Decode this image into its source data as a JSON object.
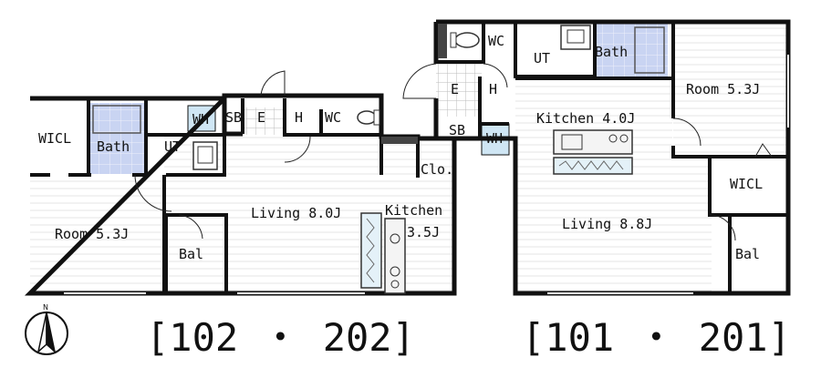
{
  "units": {
    "left": {
      "title": "[102 ・ 202]",
      "rooms": {
        "wicl": "WICL",
        "bath": "Bath",
        "ut": "UT",
        "wh": "WH",
        "sb": "SB",
        "e": "E",
        "h": "H",
        "wc": "WC",
        "room": "Room 5.3J",
        "bal": "Bal",
        "living": "Living 8.0J",
        "kitchen": "Kitchen",
        "kitchen_size": "3.5J",
        "clo": "Clo."
      }
    },
    "right": {
      "title": "[101 ・ 201]",
      "rooms": {
        "wc": "WC",
        "ut": "UT",
        "bath": "Bath",
        "e": "E",
        "h": "H",
        "sb": "SB",
        "wh": "WH",
        "kitchen": "Kitchen 4.0J",
        "room": "Room 5.3J",
        "wicl": "WICL",
        "living": "Living 8.8J",
        "bal": "Bal"
      }
    }
  },
  "compass": {
    "north_label": "N"
  },
  "colors": {
    "wall": "#111111",
    "bath_fill": "#c9d4f2",
    "wh_fill": "#cfe6f4",
    "floor_stripe": "#e6e6e6"
  }
}
